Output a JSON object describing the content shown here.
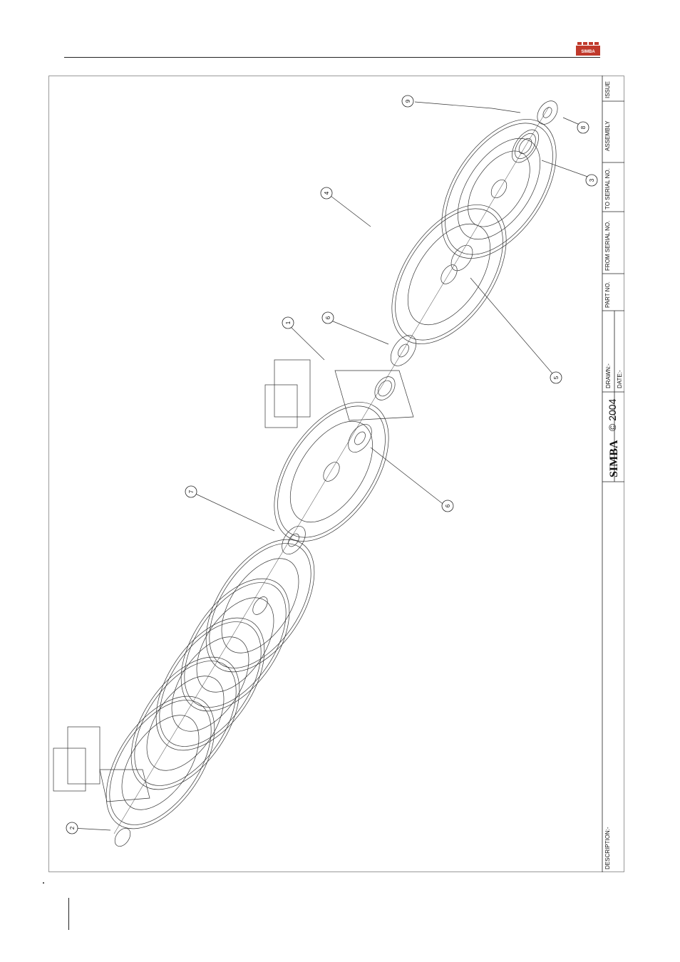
{
  "title_block": {
    "issue": "ISSUE",
    "assembly": "ASSEMBLY",
    "to_serial": "TO SERIAL NO.",
    "from_serial": "FROM SERIAL NO.",
    "part_no": "PART NO.",
    "drawn": "DRAWN:-",
    "date": "DATE:-",
    "copyright": "© 2004",
    "brand": "SIMBA",
    "description": "DESCRIPTION:-"
  },
  "header": {
    "brand_logo": "SIMBA"
  },
  "callouts": [
    "1",
    "2",
    "3",
    "4",
    "5",
    "6",
    "6",
    "7",
    "8",
    "9"
  ],
  "colors": {
    "line": "#222222",
    "logo_red": "#c0392b"
  }
}
